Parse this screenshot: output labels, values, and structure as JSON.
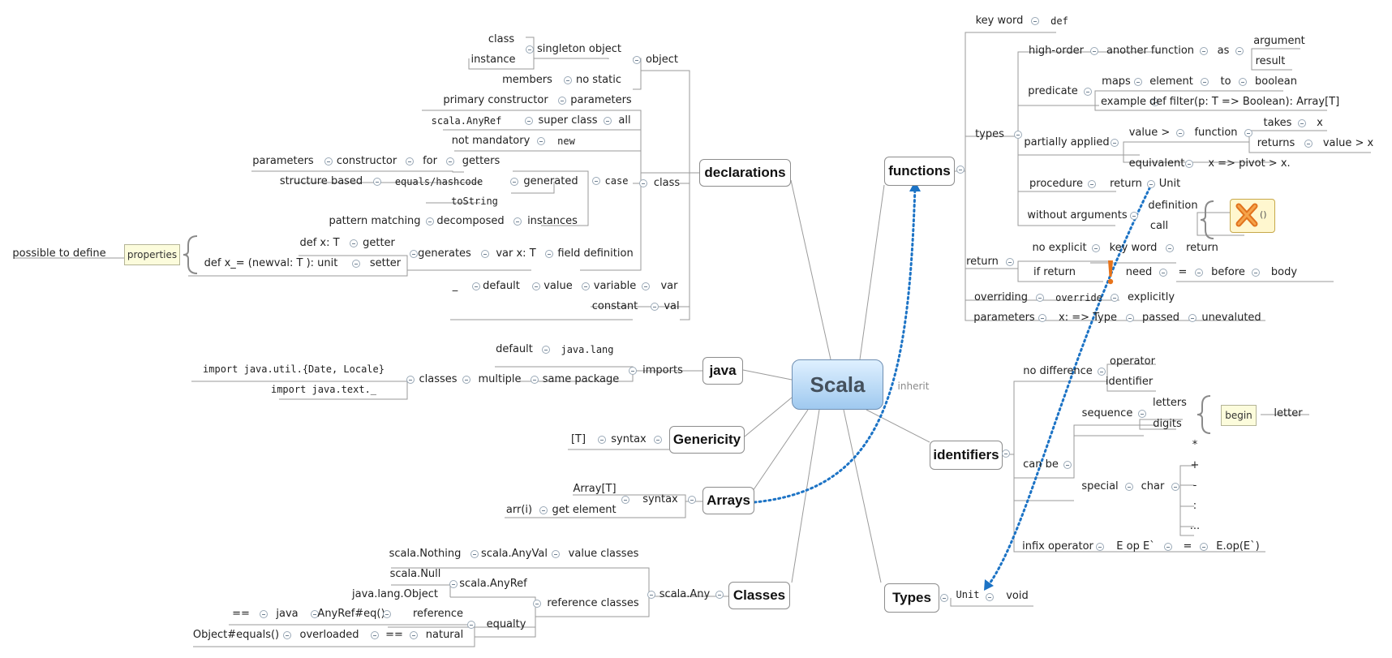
{
  "central": "Scala",
  "relation_label": "inherit",
  "main_topics": {
    "declarations": "declarations",
    "java": "java",
    "genericity": "Genericity",
    "arrays": "Arrays",
    "classes": "Classes",
    "functions": "functions",
    "identifiers": "identifiers",
    "types": "Types"
  },
  "declarations": {
    "object": "object",
    "singleton_object": "singleton object",
    "class": "class",
    "instance": "instance",
    "no_static": "no static",
    "members": "members",
    "class_node": "class",
    "parameters": "parameters",
    "primary_constructor": "primary constructor",
    "all": "all",
    "super_class": "super class",
    "scala_anyref": "scala.AnyRef",
    "new": "new",
    "not_mandatory": "not mandatory",
    "case": "case",
    "generated": "generated",
    "getters": "getters",
    "for": "for",
    "constructor": "constructor",
    "parameters2": "parameters",
    "equals_hashcode": "equals/hashcode",
    "structure_based": "structure based",
    "tostring": "toString",
    "instances": "instances",
    "decomposed": "decomposed",
    "pattern_matching": "pattern matching",
    "field_definition": "field definition",
    "var_x_t": "var x: T",
    "generates": "generates",
    "getter": "getter",
    "def_x_t": "def x: T",
    "setter": "setter",
    "def_setter": "def x_= (newval: T ): unit",
    "properties": "properties",
    "possible_to_define": "possible to define",
    "var": "var",
    "variable": "variable",
    "value": "value",
    "default": "default",
    "underscore": "_",
    "val": "val",
    "constant": "constant"
  },
  "java": {
    "imports": "imports",
    "java_lang": "java.lang",
    "default": "default",
    "same_package": "same package",
    "multiple": "multiple",
    "classes": "classes",
    "import_util": "import java.util.{Date, Locale}",
    "import_text": "import java.text._"
  },
  "genericity": {
    "syntax": "syntax",
    "t": "[T]"
  },
  "arrays": {
    "syntax": "syntax",
    "array_t": "Array[T]",
    "get_element": "get element",
    "arr_i": "arr(i)"
  },
  "classes": {
    "scala_any": "scala.Any",
    "value_classes": "value classes",
    "scala_anyval": "scala.AnyVal",
    "scala_nothing": "scala.Nothing",
    "reference_classes": "reference classes",
    "scala_anyref": "scala.AnyRef",
    "scala_null": "scala.Null",
    "java_lang_object": "java.lang.Object",
    "equalty": "equalty",
    "reference": "reference",
    "anyref_eq": "AnyRef#eq()",
    "java": "java",
    "eqeq": "==",
    "natural": "natural",
    "eqeq2": "==",
    "overloaded": "overloaded",
    "object_equals": "Object#equals()"
  },
  "functions": {
    "key_word": "key word",
    "def": "def",
    "types": "types",
    "high_order": "high-order",
    "another_function": "another function",
    "as": "as",
    "argument": "argument",
    "result": "result",
    "predicate": "predicate",
    "maps": "maps",
    "element": "element",
    "to": "to",
    "boolean": "boolean",
    "example": "example",
    "filter_sig": "def filter(p: T => Boolean): Array[T]",
    "partially_applied": "partially applied",
    "value_gt": "value >",
    "function": "function",
    "takes": "takes",
    "x": "x",
    "returns": "returns",
    "value_gt_x": "value > x",
    "equivalent": "equivalent",
    "pivot": "x => pivot > x.",
    "procedure": "procedure",
    "return": "return",
    "unit": "Unit",
    "without_arguments": "without arguments",
    "definition": "definition",
    "call": "call",
    "parens": "()",
    "return_node": "return",
    "no_explicit": "no explicit",
    "key_word2": "key word",
    "return2": "return",
    "if_return": "if return",
    "need": "need",
    "eq": "=",
    "before": "before",
    "body": "body",
    "overriding": "overriding",
    "override": "override",
    "explicitly": "explicitly",
    "parameters": "parameters",
    "x_type": "x: => Type",
    "passed": "passed",
    "unevaluted": "unevaluted"
  },
  "identifiers": {
    "no_difference": "no difference",
    "operator": "operator",
    "identifier": "identifier",
    "can_be": "can be",
    "sequence": "sequence",
    "letters": "letters",
    "digits": "digits",
    "begin": "begin",
    "letter": "letter",
    "special": "special",
    "char": "char",
    "star": "*",
    "plus": "+",
    "minus": "-",
    "colon": ":",
    "dots": "...",
    "infix_operator": "infix operator",
    "e_op_e": "E op E`",
    "eq": "=",
    "e_op_call": "E.op(E`)"
  },
  "types": {
    "unit": "Unit",
    "void": "void"
  }
}
